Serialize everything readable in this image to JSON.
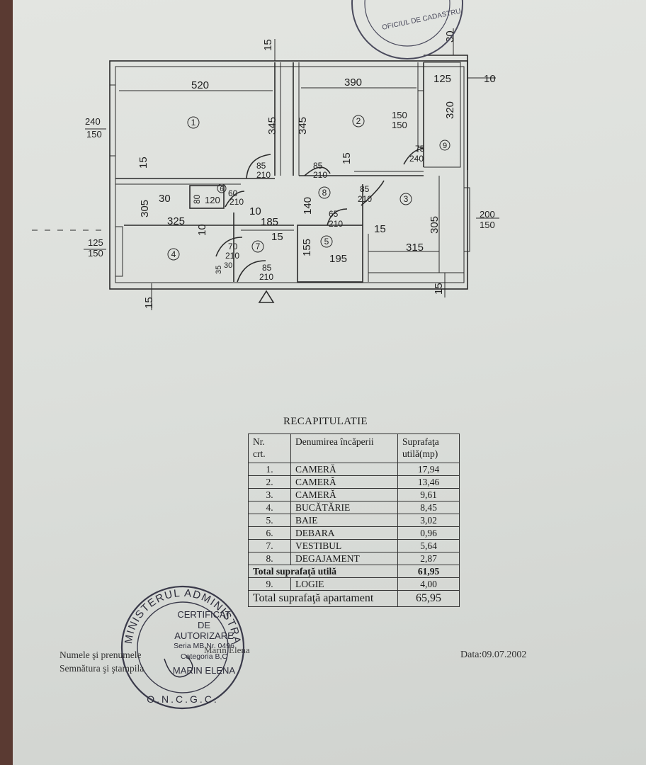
{
  "floor_plan": {
    "rooms": [
      "1",
      "2",
      "3",
      "4",
      "5",
      "6",
      "7",
      "8",
      "9"
    ],
    "dimensions": {
      "top_15": "15",
      "top_30": "30",
      "top_10": "10",
      "r1_width": "520",
      "r1_height": "345",
      "r2_width": "390",
      "r2_height": "345",
      "r9_width": "125",
      "r9_height": "320",
      "win_left_top_a": "240",
      "win_left_top_b": "150",
      "win_r2_a": "150",
      "win_r2_b": "150",
      "door_r9_a": "75",
      "door_r9_b": "240",
      "door1_a": "85",
      "door1_b": "210",
      "door2_a": "85",
      "door2_b": "210",
      "wall_15_a": "15",
      "wall_15_b": "15",
      "wall_30": "30",
      "r6_80": "80",
      "r6_120": "120",
      "door6_a": "60",
      "door6_b": "210",
      "r4_305": "305",
      "r4_325": "325",
      "wall_10_a": "10",
      "wall_10_b": "10",
      "hall_185": "185",
      "hall_140": "140",
      "wall_15_c": "15",
      "door5_a": "65",
      "door5_b": "210",
      "door3_a": "85",
      "door3_b": "210",
      "wall_15_d": "15",
      "r3_305": "305",
      "r3_315": "315",
      "win_right_a": "200",
      "win_right_b": "150",
      "win_left_bottom_a": "125",
      "win_left_bottom_b": "150",
      "door7_a": "70",
      "door7_b": "210",
      "r5_155": "155",
      "r5_195": "195",
      "stub_35": "35",
      "stub_30": "30",
      "entry_a": "85",
      "entry_b": "210",
      "bottom_15_left": "15",
      "bottom_15_right": "15"
    }
  },
  "summary": {
    "title": "RECAPITULATIE",
    "headers": {
      "nr": "Nr.",
      "crt": "crt.",
      "name": "Denumirea încăperii",
      "area_line1": "Suprafaţa",
      "area_line2": "utilă(mp)"
    },
    "rows": [
      {
        "nr": "1.",
        "name": "CAMERĂ",
        "area": "17,94"
      },
      {
        "nr": "2.",
        "name": "CAMERĂ",
        "area": "13,46"
      },
      {
        "nr": "3.",
        "name": "CAMERĂ",
        "area": "9,61"
      },
      {
        "nr": "4.",
        "name": "BUCĂTĂRIE",
        "area": "8,45"
      },
      {
        "nr": "5.",
        "name": "BAIE",
        "area": "3,02"
      },
      {
        "nr": "6.",
        "name": "DEBARA",
        "area": "0,96"
      },
      {
        "nr": "7.",
        "name": "VESTIBUL",
        "area": "5,64"
      },
      {
        "nr": "8.",
        "name": "DEGAJAMENT",
        "area": "2,87"
      }
    ],
    "useful_total_label": "Total suprafaţă utilă",
    "useful_total_value": "61,95",
    "logia": {
      "nr": "9.",
      "name": "LOGIE",
      "area": "4,00"
    },
    "apartment_total_label": "Total suprafaţă apartament",
    "apartment_total_value": "65,95"
  },
  "footer": {
    "signature_line_1": "Numele şi prenumele",
    "signature_line_2": "Semnătura şi ştampila",
    "date": "Data:09.07.2002"
  },
  "stamp": {
    "ring_text": "MINISTERUL ADMINISTRAŢIEI PUBLICE",
    "bottom_text": "O.N.C.G.C.",
    "line1": "CERTIFICAT",
    "line2": "DE",
    "line3": "AUTORIZARE",
    "line4": "Seria MB Nr. 0496",
    "line5": "Categoria B,C",
    "line6": "MARIN ELENA",
    "name_overlay": "Marin Elena",
    "top_corner_text": "OFICIUL DE CADASTRU"
  },
  "colors": {
    "ink": "#222222",
    "stamp_ink": "#3a3a4a",
    "paper": "#dfe1dd"
  }
}
